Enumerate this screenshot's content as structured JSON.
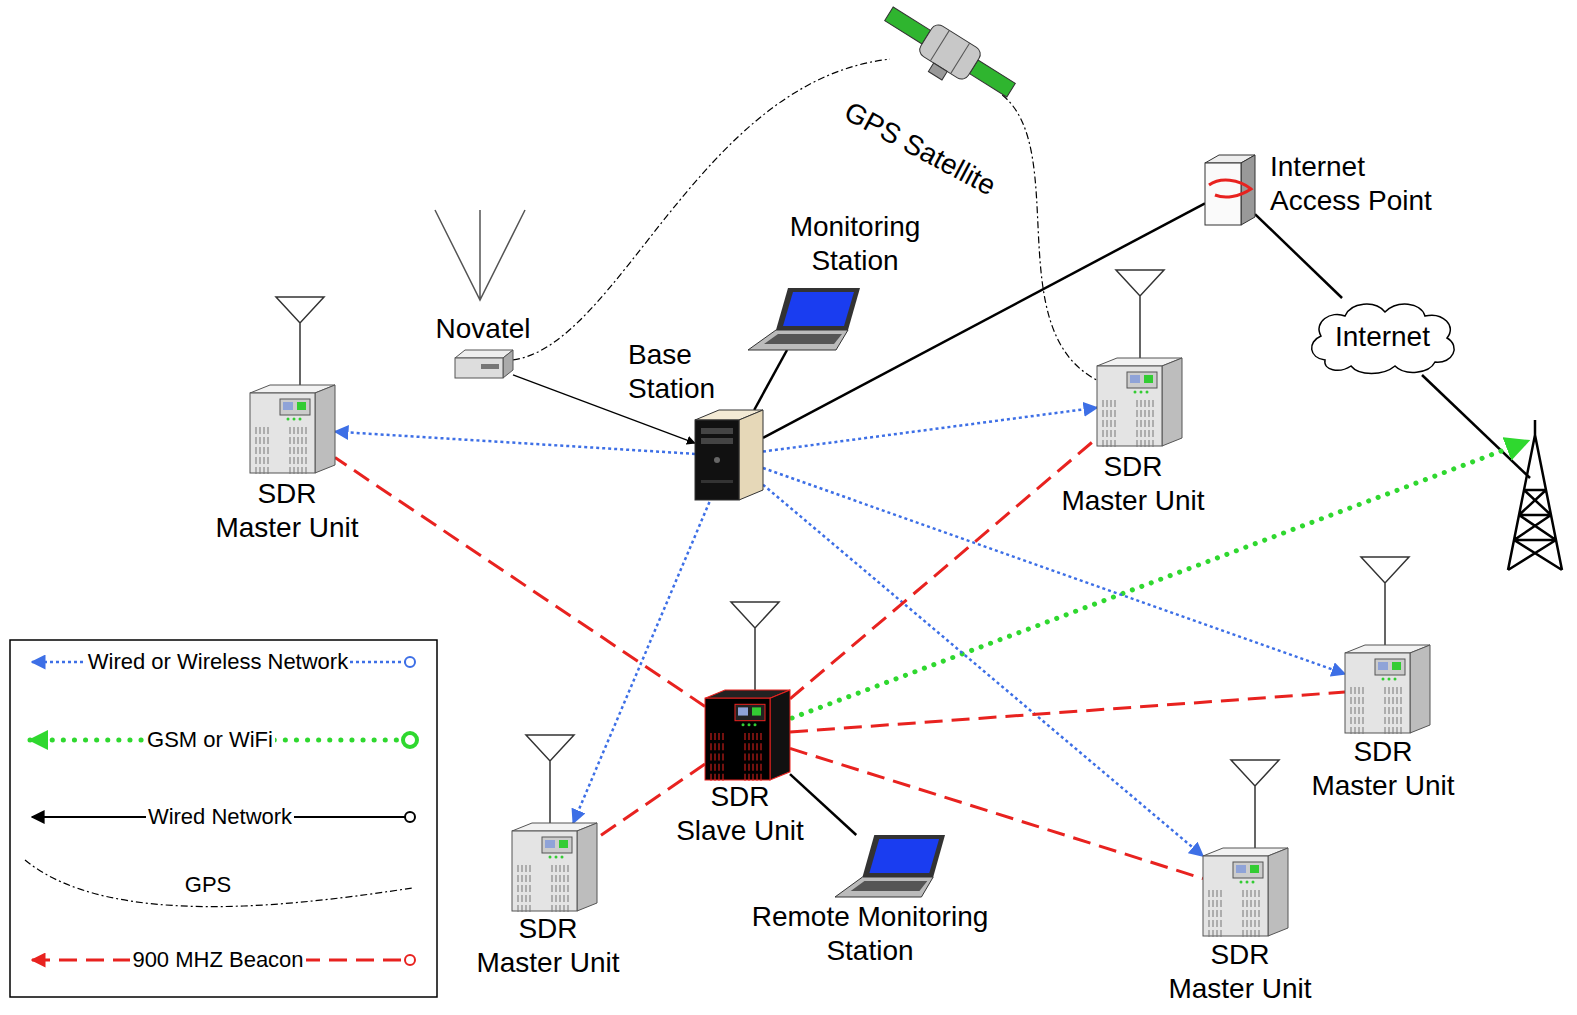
{
  "diagram": {
    "nodes": [
      {
        "text": [
          "GPS Satellite"
        ]
      },
      {
        "text": [
          "Novatel"
        ]
      },
      {
        "text": [
          "Base Station"
        ]
      },
      {
        "text": [
          "Monitoring Station"
        ]
      },
      {
        "text": [
          "Internet Access Point"
        ]
      },
      {
        "text": [
          "Internet"
        ]
      },
      {
        "text": [
          "SDR Master Unit"
        ]
      },
      {
        "text": [
          "SDR Master Unit"
        ]
      },
      {
        "text": [
          "SDR Slave Unit"
        ]
      },
      {
        "text": [
          "SDR Master Unit"
        ]
      },
      {
        "text": [
          "SDR Master Unit"
        ]
      },
      {
        "text": [
          "SDR Master Unit"
        ]
      },
      {
        "text": [
          "Remote Monitoring Station"
        ]
      }
    ],
    "edges": [
      {
        "from": 1,
        "to": 2,
        "arrow": "to"
      },
      {
        "from": 2,
        "to": 3,
        "arrow": "none"
      },
      {
        "from": 2,
        "to": 4,
        "arrow": "none"
      },
      {
        "from": 4,
        "to": 5,
        "arrow": "none"
      },
      {
        "from": 1,
        "to": 0,
        "arrow": "none"
      },
      {
        "from": 0,
        "to": 7,
        "arrow": "none"
      },
      {
        "from": 2,
        "to": 6,
        "arrow": "to"
      },
      {
        "from": 2,
        "to": 7,
        "arrow": "to"
      },
      {
        "from": 2,
        "to": 9,
        "arrow": "to"
      },
      {
        "from": 2,
        "to": 10,
        "arrow": "to"
      },
      {
        "from": 2,
        "to": 11,
        "arrow": "to"
      },
      {
        "from": 8,
        "to": 6,
        "arrow": "none"
      },
      {
        "from": 8,
        "to": 7,
        "arrow": "none"
      },
      {
        "from": 8,
        "to": 9,
        "arrow": "none"
      },
      {
        "from": 8,
        "to": 10,
        "arrow": "none"
      },
      {
        "from": 8,
        "to": 11,
        "arrow": "none"
      },
      {
        "from": 8,
        "to": 12,
        "arrow": "none"
      }
    ],
    "legend": [
      {
        "text": "Wired or Wireless Network"
      },
      {
        "text": "GSM or WiFi"
      },
      {
        "text": "Wired Network"
      },
      {
        "text": "GPS"
      },
      {
        "text": "900 MHZ Beacon"
      }
    ]
  }
}
